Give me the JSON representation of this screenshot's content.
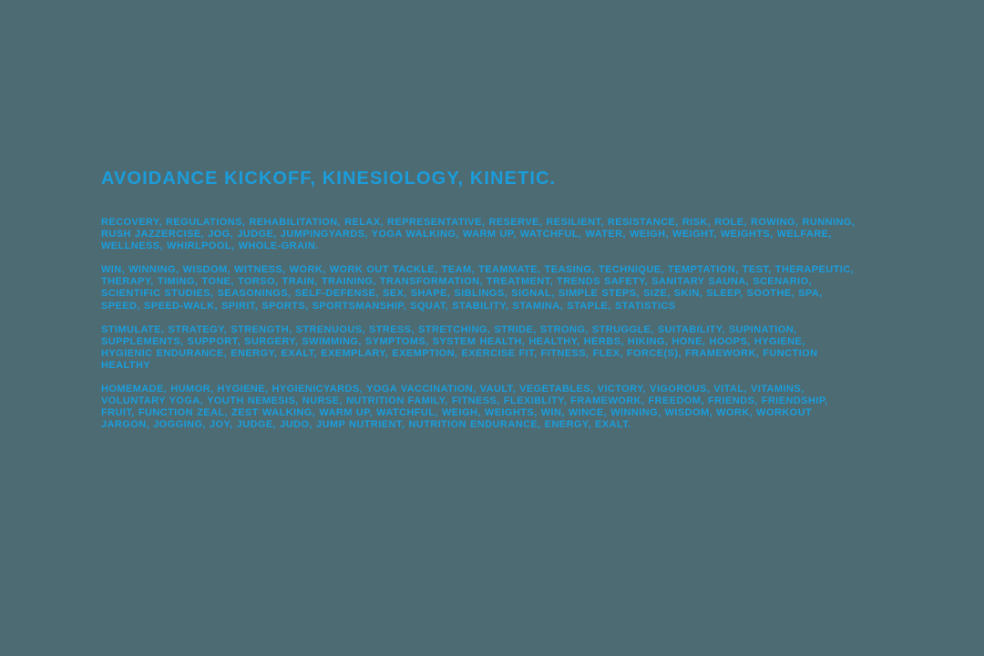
{
  "page": {
    "background_color": "#4d6b73",
    "text_color": "#1b9ddb"
  },
  "document": {
    "title": "AVOIDANCE KICKOFF, KINESIOLOGY, KINETIC.",
    "paragraphs": [
      "RECOVERY, REGULATIONS, REHABILITATION, RELAX, REPRESENTATIVE, RESERVE, RESILIENT, RESISTANCE, RISK, ROLE, ROWING, RUNNING, RUSH JAZZERCISE, JOG, JUDGE, JUMPINGYARDS, YOGA WALKING, WARM UP, WATCHFUL, WATER, WEIGH, WEIGHT, WEIGHTS, WELFARE, WELLNESS, WHIRLPOOL, WHOLE-GRAIN.",
      "WIN, WINNING, WISDOM, WITNESS, WORK, WORK OUT TACKLE, TEAM, TEAMMATE, TEASING, TECHNIQUE, TEMPTATION, TEST, THERAPEUTIC, THERAPY, TIMING, TONE, TORSO, TRAIN, TRAINING, TRANSFORMATION, TREATMENT, TRENDS SAFETY, SANITARY SAUNA, SCENARIO, SCIENTIFIC STUDIES, SEASONINGS, SELF-DEFENSE, SEX, SHAPE, SIBLINGS, SIGNAL, SIMPLE STEPS, SIZE, SKIN, SLEEP, SOOTHE, SPA, SPEED, SPEED-WALK, SPIRIT, SPORTS, SPORTSMANSHIP, SQUAT, STABILITY, STAMINA, STAPLE, STATISTICS",
      "STIMULATE, STRATEGY, STRENGTH, STRENUOUS, STRESS, STRETCHING, STRIDE, STRONG, STRUGGLE, SUITABILITY, SUPINATION, SUPPLEMENTS, SUPPORT, SURGERY, SWIMMING, SYMPTOMS, SYSTEM HEALTH, HEALTHY, HERBS, HIKING, HONE, HOOPS, HYGIENE, HYGIENIC ENDURANCE, ENERGY, EXALT, EXEMPLARY, EXEMPTION, EXERCISE FIT, FITNESS, FLEX, FORCE(S), FRAMEWORK, FUNCTION HEALTHY",
      "HOMEMADE, HUMOR, HYGIENE, HYGIENICYARDS, YOGA VACCINATION, VAULT, VEGETABLES, VICTORY, VIGOROUS, VITAL, VITAMINS, VOLUNTARY YOGA, YOUTH NEMESIS, NURSE, NUTRITION FAMILY, FITNESS, FLEXIBLITY, FRAMEWORK, FREEDOM, FRIENDS, FRIENDSHIP, FRUIT, FUNCTION ZEAL, ZEST WALKING, WARM UP, WATCHFUL, WEIGH, WEIGHTS, WIN, WINCE, WINNING, WISDOM, WORK, WORKOUT JARGON, JOGGING, JOY, JUDGE, JUDO, JUMP NUTRIENT, NUTRITION ENDURANCE, ENERGY, EXALT."
    ]
  }
}
